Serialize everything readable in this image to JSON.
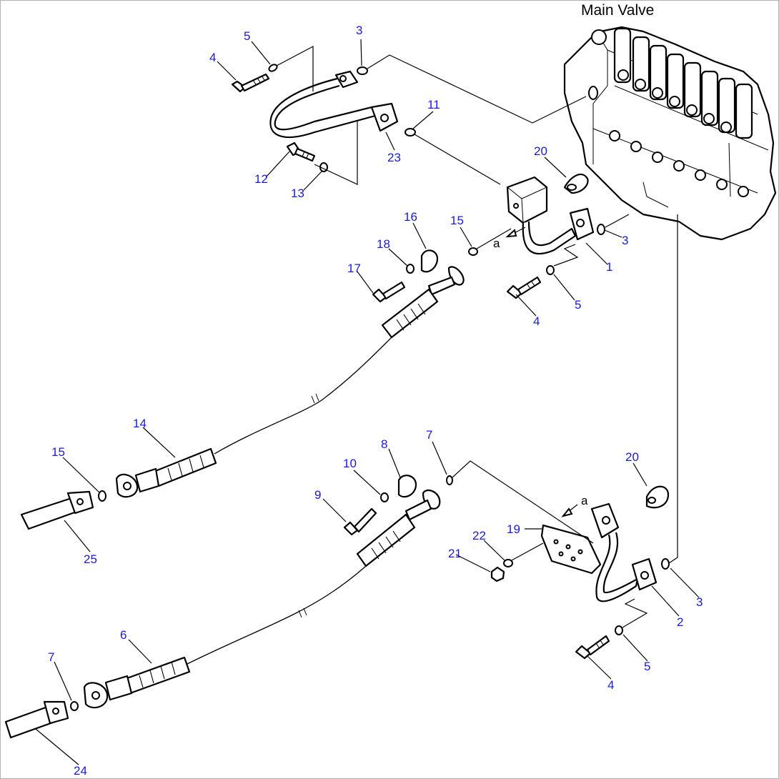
{
  "title": "Main Valve",
  "callouts": [
    {
      "id": "c4a",
      "text": "4"
    },
    {
      "id": "c5a",
      "text": "5"
    },
    {
      "id": "c3a",
      "text": "3"
    },
    {
      "id": "c11",
      "text": "11"
    },
    {
      "id": "c23",
      "text": "23"
    },
    {
      "id": "c12",
      "text": "12"
    },
    {
      "id": "c13",
      "text": "13"
    },
    {
      "id": "c20a",
      "text": "20"
    },
    {
      "id": "c15a",
      "text": "15"
    },
    {
      "id": "c3b",
      "text": "3"
    },
    {
      "id": "c16",
      "text": "16"
    },
    {
      "id": "c18",
      "text": "18"
    },
    {
      "id": "c17",
      "text": "17"
    },
    {
      "id": "c1",
      "text": "1"
    },
    {
      "id": "c5b",
      "text": "5"
    },
    {
      "id": "c4b",
      "text": "4"
    },
    {
      "id": "c14",
      "text": "14"
    },
    {
      "id": "c15b",
      "text": "15"
    },
    {
      "id": "c25",
      "text": "25"
    },
    {
      "id": "c8",
      "text": "8"
    },
    {
      "id": "c7a",
      "text": "7"
    },
    {
      "id": "c10",
      "text": "10"
    },
    {
      "id": "c9",
      "text": "9"
    },
    {
      "id": "c20b",
      "text": "20"
    },
    {
      "id": "c19",
      "text": "19"
    },
    {
      "id": "c22",
      "text": "22"
    },
    {
      "id": "c21",
      "text": "21"
    },
    {
      "id": "c3c",
      "text": "3"
    },
    {
      "id": "c2",
      "text": "2"
    },
    {
      "id": "c6",
      "text": "6"
    },
    {
      "id": "c5c",
      "text": "5"
    },
    {
      "id": "c4c",
      "text": "4"
    },
    {
      "id": "c7b",
      "text": "7"
    },
    {
      "id": "c24",
      "text": "24"
    }
  ],
  "markers": {
    "a1": "a",
    "a2": "a"
  }
}
